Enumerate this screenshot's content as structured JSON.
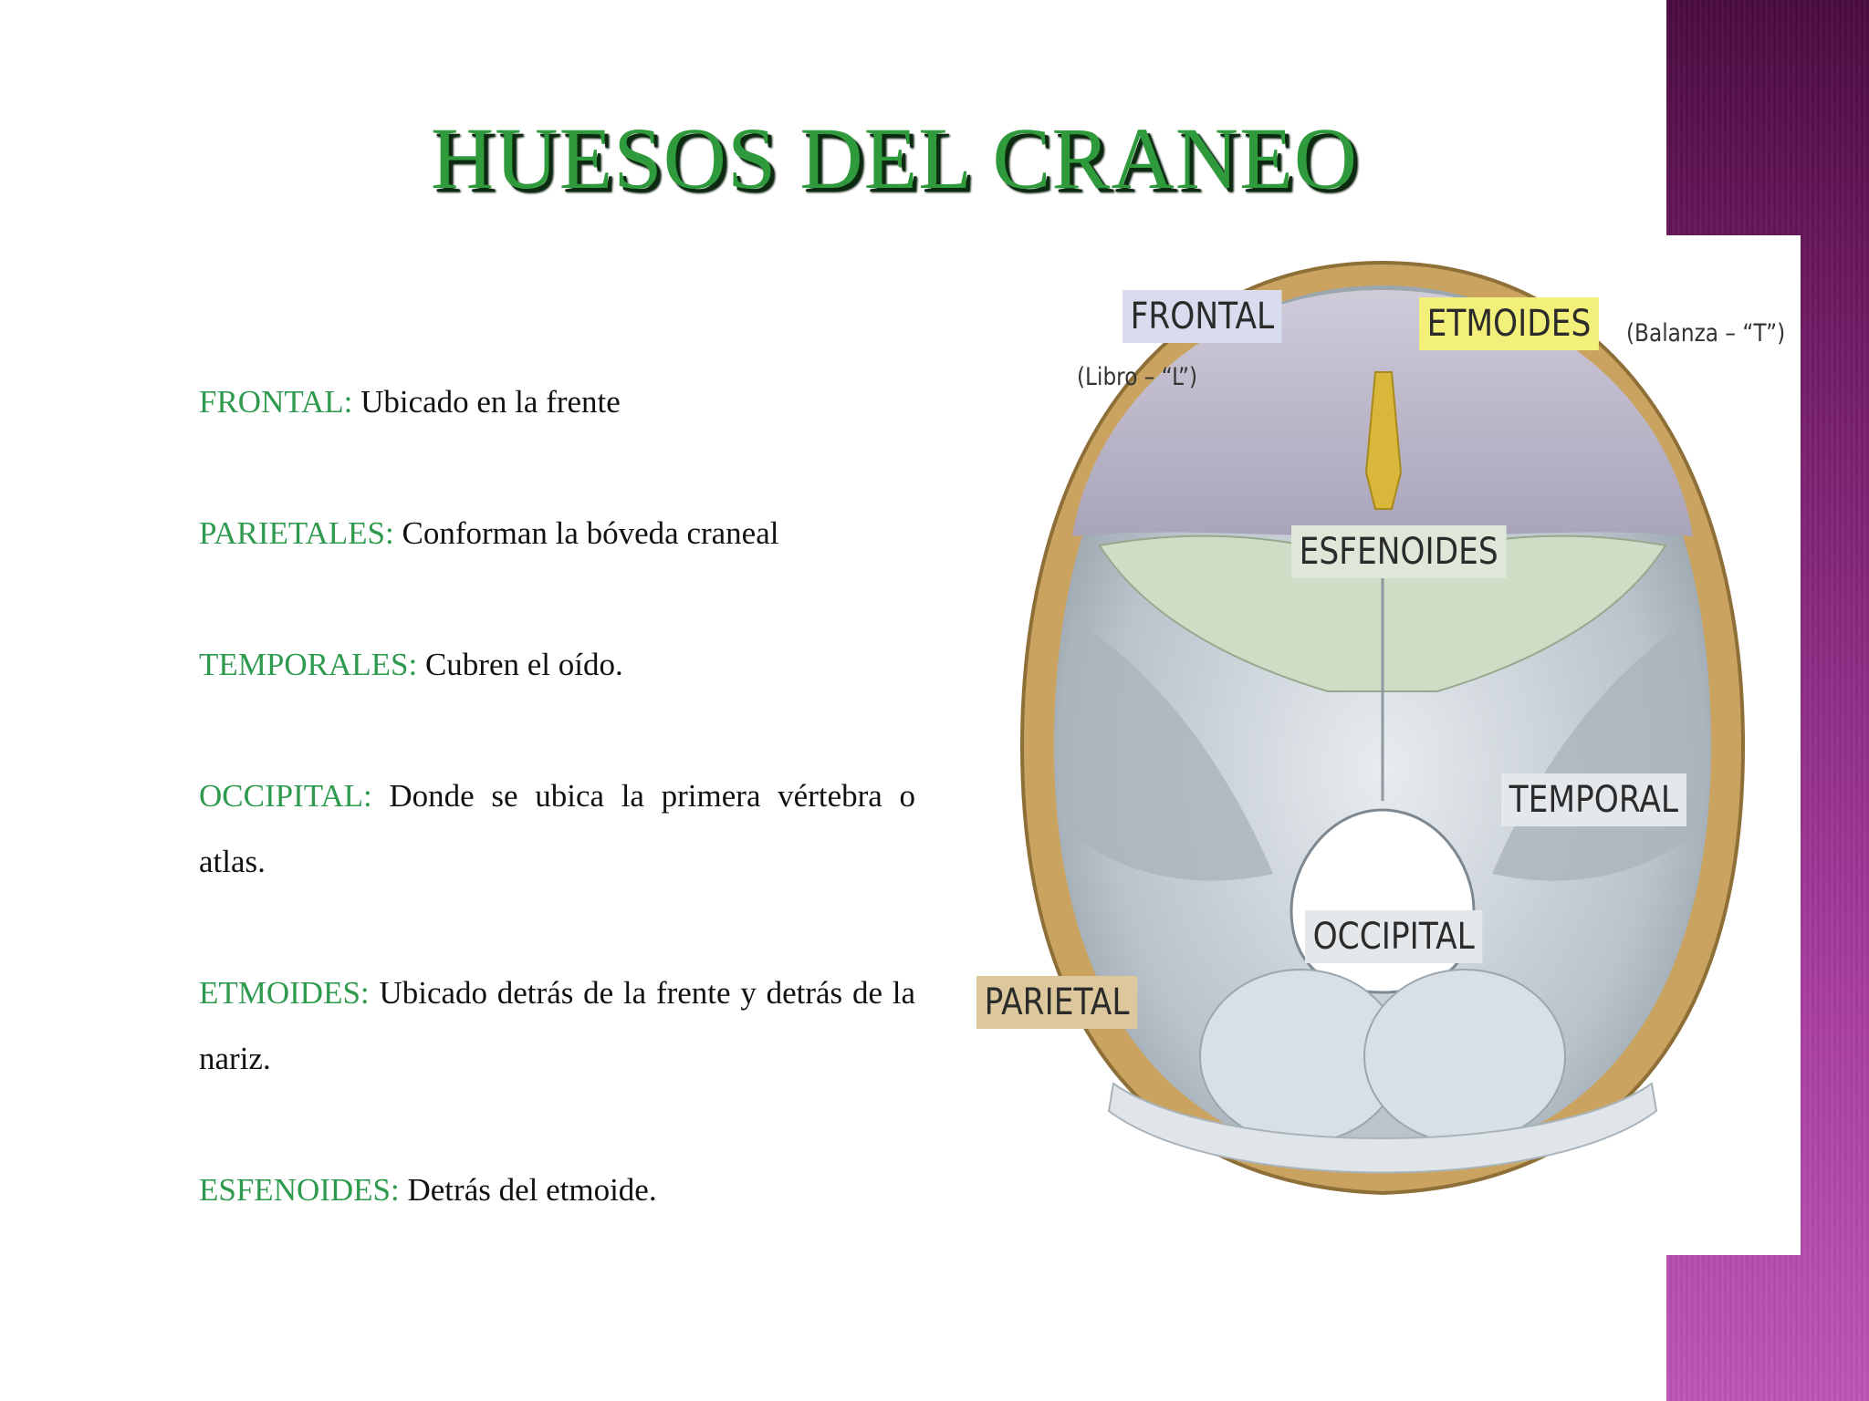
{
  "title": "HUESOS DEL CRANEO",
  "entries": [
    {
      "term": "FRONTAL:",
      "text": "Ubicado en la frente"
    },
    {
      "term": "PARIETALES:",
      "text": "Conforman la bóveda craneal"
    },
    {
      "term": "TEMPORALES:",
      "text": "Cubren el oído."
    },
    {
      "term": "OCCIPITAL:",
      "text": "Donde se ubica la primera vértebra o atlas."
    },
    {
      "term": "ETMOIDES:",
      "text": "Ubicado detrás de la frente y detrás de la nariz."
    },
    {
      "term": "ESFENOIDES:",
      "text": "Detrás del etmoide."
    }
  ],
  "figure": {
    "labels": {
      "frontal": "FRONTAL",
      "frontal_note": "(Libro – “L”)",
      "etmoides": "ETMOIDES",
      "etmoides_note": "(Balanza – “T”)",
      "esfenoides": "ESFENOIDES",
      "temporal": "TEMPORAL",
      "occipital": "OCCIPITAL",
      "parietal": "PARIETAL"
    }
  }
}
